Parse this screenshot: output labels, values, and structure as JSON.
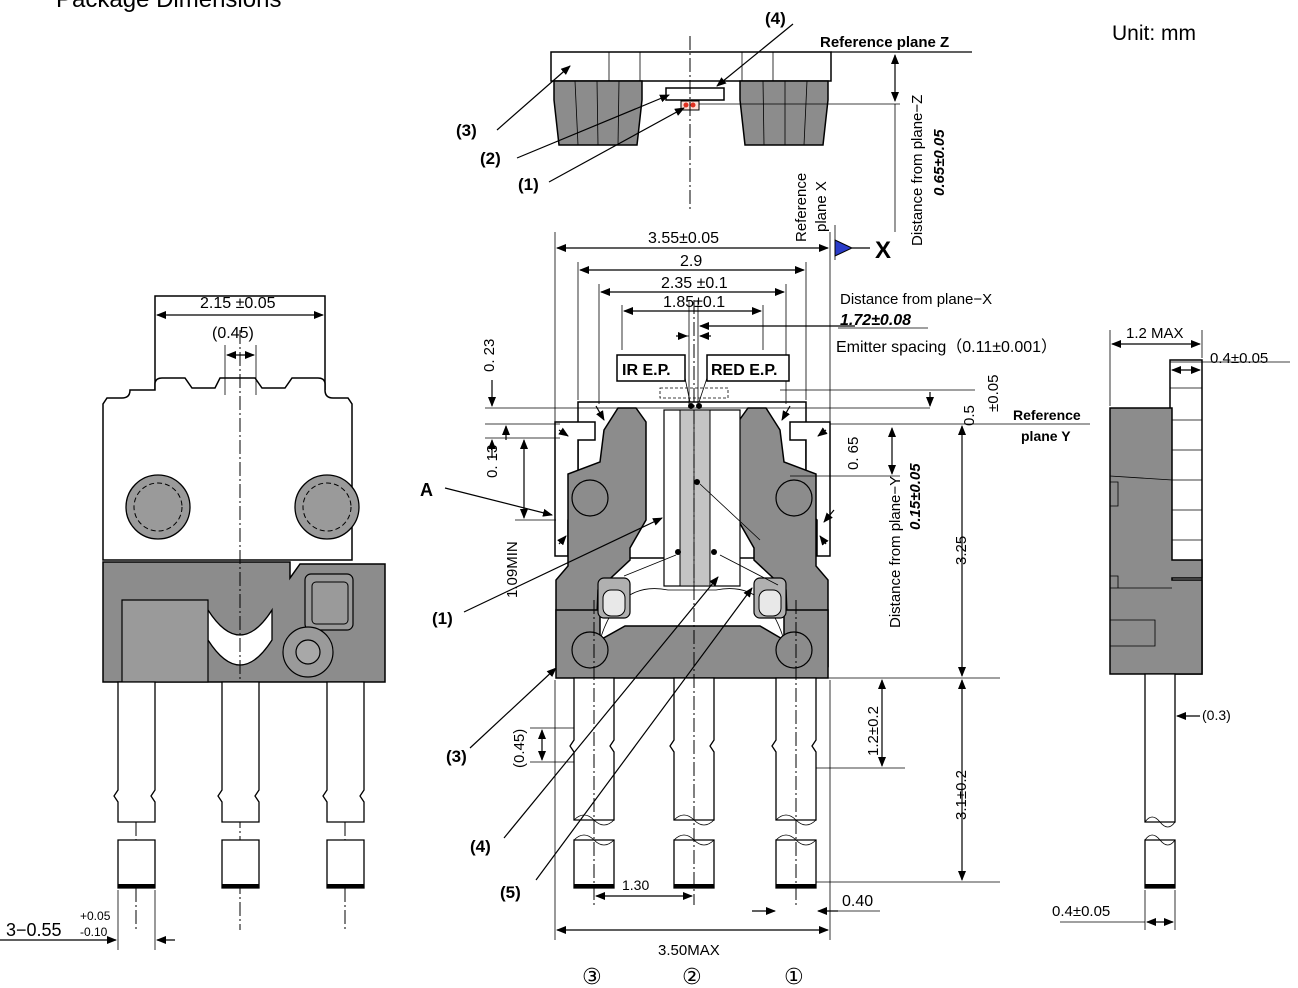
{
  "title": "Package Dimensions",
  "unit": "Unit: mm",
  "colors": {
    "mold": "#8c8c8c",
    "chip": "#c8c8c8",
    "ir_marker": "#e03020",
    "axis_marker": "#2a3cc8"
  },
  "top_view": {
    "ref_plane_z": "Reference plane Z",
    "dist_plane_z_label": "Distance from plane−Z",
    "dist_plane_z_value": "0.65±0.05",
    "callout_1": "(1)",
    "callout_2": "(2)",
    "callout_3": "(3)",
    "callout_4": "(4)"
  },
  "left_view": {
    "width": "2.15 ±0.05",
    "gap": "(0.45)",
    "lead_width_main": "3−0.55",
    "tol_plus": "+0.05",
    "tol_minus": "-0.10"
  },
  "front_view": {
    "ref_plane_x": "Reference plane X",
    "ref_plane_x_line1": "Reference",
    "ref_plane_x_line2": "plane X",
    "x_axis": "X",
    "overall_width": "3.55±0.05",
    "w_2_9": "2.9",
    "w_2_35": "2.35 ±0.1",
    "w_1_85": "1.85±0.1",
    "dist_plane_x_label": "Distance from plane−X",
    "dist_plane_x_value": "1.72±0.08",
    "emitter_spacing": "Emitter spacing（0.11±0.001）",
    "ir_ep": "IR E.P.",
    "red_ep": "RED E.P.",
    "dim_0_23": "0. 23",
    "dim_0_13": "0. 13",
    "dim_1_09": "1.09MIN",
    "label_a": "A",
    "dim_pm005": "±0.05",
    "dim_0_5": "0.5",
    "ref_plane_y_line1": "Reference",
    "ref_plane_y_line2": "plane Y",
    "dim_0_65": "0. 65",
    "dist_plane_y_label": "Distance from plane−Y",
    "dist_plane_y_value": "0.15±0.05",
    "dim_3_25": "3.25",
    "dim_1_2": "1.2±0.2",
    "dim_3_1": "3.1±0.2",
    "dim_0_45": "(0.45)",
    "dim_1_30": "1.30",
    "dim_0_40": "0.40",
    "dim_3_50": "3.50MAX",
    "callout_1": "(1)",
    "callout_3": "(3)",
    "callout_4": "(4)",
    "callout_5": "(5)",
    "pin_3": "③",
    "pin_2": "②",
    "pin_1": "①"
  },
  "side_view": {
    "max_thick": "1.2 MAX",
    "dim_04_top": "0.4±0.05",
    "dim_03": "(0.3)",
    "dim_04_bottom": "0.4±0.05"
  }
}
